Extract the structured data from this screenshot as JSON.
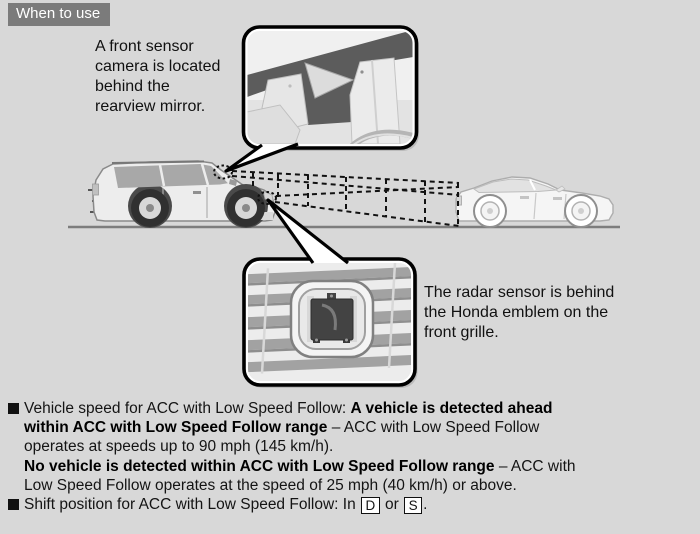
{
  "badge": {
    "text": "When to use"
  },
  "camera_callout": {
    "text": "A front sensor camera is located behind the rearview mirror."
  },
  "radar_callout": {
    "text": "The radar sensor is behind the Honda emblem on the front grille."
  },
  "notes": {
    "speed": {
      "l1a": "Vehicle speed for ACC with Low Speed Follow: ",
      "l1b": "A vehicle is detected ahead",
      "l2a": "within ACC with Low Speed Follow range",
      "l2b": " – ACC with Low Speed Follow",
      "l3": "operates at speeds up to 90 mph (145 km/h).",
      "l4a": "No vehicle is detected within ACC with Low Speed Follow range",
      "l4b": " – ACC with",
      "l5": "Low Speed Follow operates at the speed of 25 mph (40 km/h) or above."
    },
    "shift": {
      "lead": "Shift position for ACC with Low Speed Follow: In ",
      "key1": "D",
      "mid": " or ",
      "key2": "S",
      "end": "."
    }
  },
  "colors": {
    "page_bg": "#d8d8d8",
    "badge_bg": "#7b7b7b",
    "badge_text": "#ffffff",
    "callout_border": "#000000",
    "dark_panel": "#5c5c5c",
    "radar_unit": "#434343",
    "text": "#141414"
  }
}
